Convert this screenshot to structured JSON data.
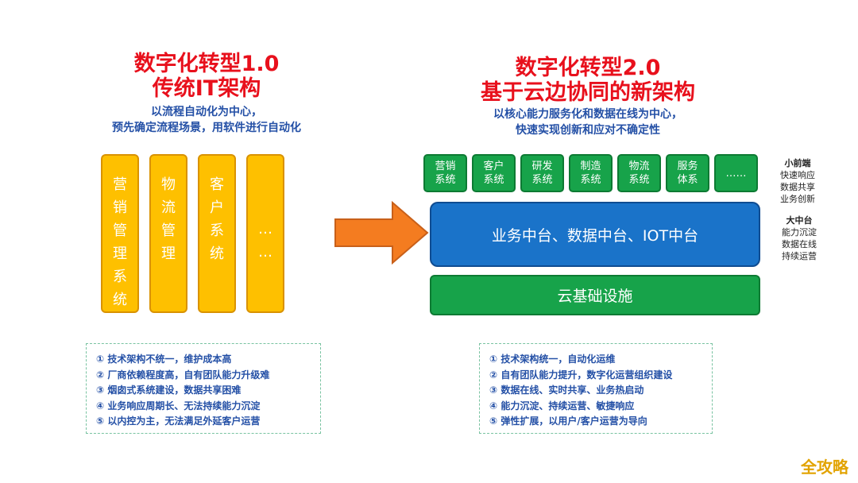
{
  "left": {
    "title_line1": "数字化转型1.0",
    "title_line2": "传统IT架构",
    "desc_line1": "以流程自动化为中心，",
    "desc_line2": "预先确定流程场景，用软件进行自动化",
    "columns": [
      [
        "营",
        "销",
        "管",
        "理",
        "系",
        "统"
      ],
      [
        "物",
        "流",
        "管",
        "理"
      ],
      [
        "客",
        "户",
        "系",
        "统"
      ],
      [
        "…",
        "…"
      ]
    ],
    "issues": [
      "① 技术架构不统一，维护成本高",
      "② 厂商依赖程度高，自有团队能力升级难",
      "③ 烟囱式系统建设，数据共享困难",
      "④ 业务响应周期长、无法持续能力沉淀",
      "⑤ 以内控为主，无法满足外延客户运营"
    ]
  },
  "right": {
    "title_line1": "数字化转型2.0",
    "title_line2": "基于云边协同的新架构",
    "desc_line1": "以核心能力服务化和数据在线为中心，",
    "desc_line2": "快速实现创新和应对不确定性",
    "front_systems": [
      [
        "营销",
        "系统"
      ],
      [
        "客户",
        "系统"
      ],
      [
        "研发",
        "系统"
      ],
      [
        "制造",
        "系统"
      ],
      [
        "物流",
        "系统"
      ],
      [
        "服务",
        "体系"
      ],
      [
        "……",
        ""
      ]
    ],
    "middle_layer": "业务中台、数据中台、IOT中台",
    "base_layer": "云基础设施",
    "notes": {
      "front_head": "小前端",
      "front_lines": [
        "快速响应",
        "数据共享",
        "业务创新"
      ],
      "middle_head": "大中台",
      "middle_lines": [
        "能力沉淀",
        "数据在线",
        "持续运营"
      ]
    },
    "benefits": [
      "① 技术架构统一，自动化运维",
      "② 自有团队能力提升，数字化运营组织建设",
      "③ 数据在线、实时共享、业务热启动",
      "④ 能力沉淀、持续运营、敏捷响应",
      "⑤ 弹性扩展，以用户/客户运营为导向"
    ]
  },
  "colors": {
    "title_red": "#e8101c",
    "subtitle_blue": "#2450a6",
    "legacy_yellow": "#fec000",
    "front_green": "#17a34a",
    "middle_blue": "#1a73c9",
    "arrow_orange": "#f47c20"
  },
  "watermark": "全攻略"
}
